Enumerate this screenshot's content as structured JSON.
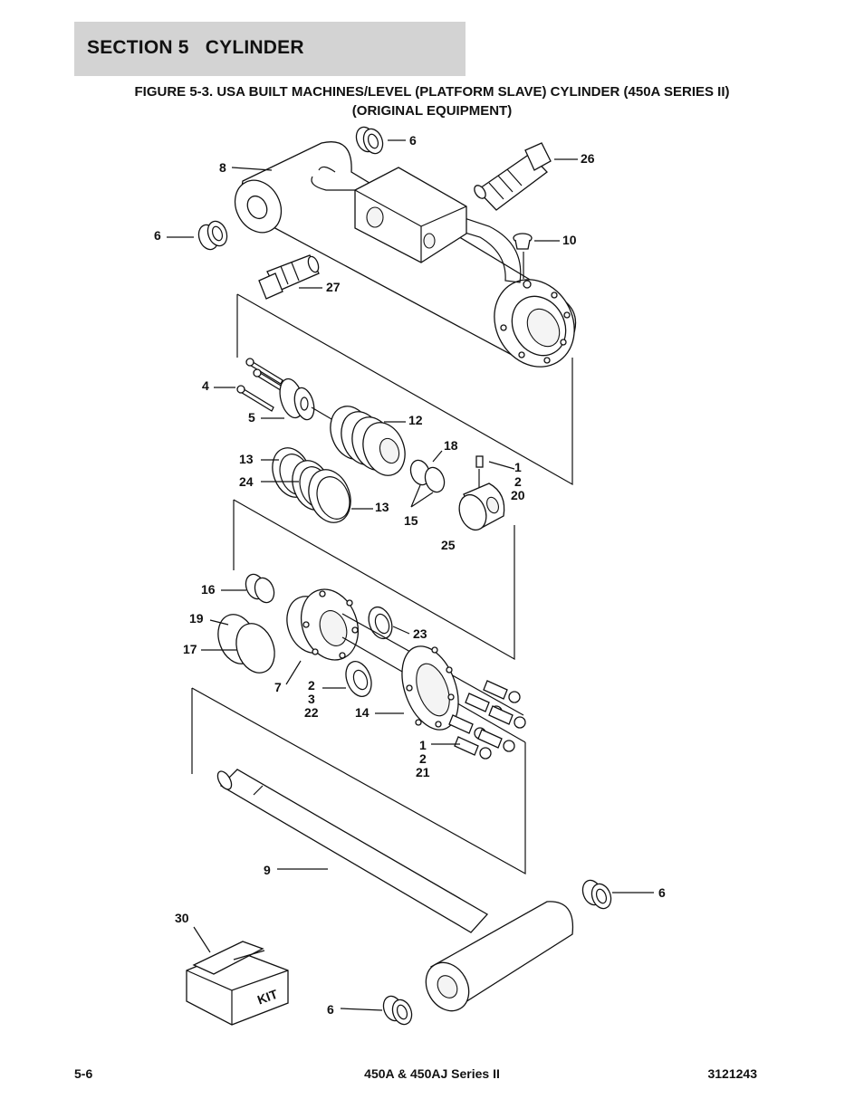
{
  "header": {
    "section_title": "SECTION 5   CYLINDER"
  },
  "figure": {
    "title_line1": "FIGURE 5-3. USA BUILT MACHINES/LEVEL (PLATFORM SLAVE) CYLINDER (450A SERIES II)",
    "title_line2": "(ORIGINAL EQUIPMENT)"
  },
  "callouts": {
    "c6_top": "6",
    "c8": "8",
    "c26": "26",
    "c6_left": "6",
    "c10": "10",
    "c27": "27",
    "c4": "4",
    "c5": "5",
    "c12": "12",
    "c18": "18",
    "c1a_l1": "1",
    "c1a_l2": "2",
    "c1a_l3": "20",
    "c13a": "13",
    "c24": "24",
    "c13b": "13",
    "c15": "15",
    "c25": "25",
    "c16": "16",
    "c19": "19",
    "c17": "17",
    "c23": "23",
    "c7": "7",
    "c2_l1": "2",
    "c2_l2": "3",
    "c2_l3": "22",
    "c14": "14",
    "c1b_l1": "1",
    "c1b_l2": "2",
    "c1b_l3": "21",
    "c9": "9",
    "c6_right": "6",
    "c30": "30",
    "c6_bottom": "6"
  },
  "kit_box": {
    "label": "KIT"
  },
  "footer": {
    "page_number": "5-6",
    "model": "450A & 450AJ Series II",
    "doc_number": "3121243"
  }
}
